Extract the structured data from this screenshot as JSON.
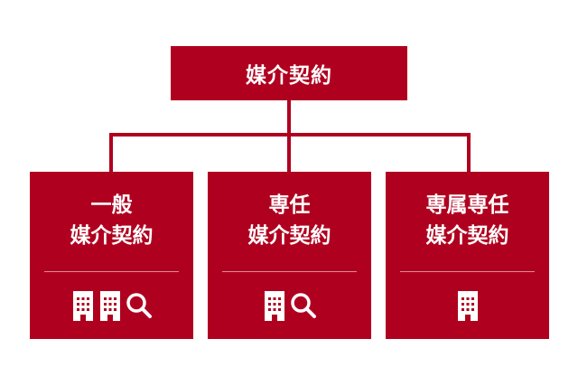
{
  "diagram": {
    "root": {
      "label": "媒介契約"
    },
    "children": [
      {
        "line1": "一般",
        "line2": "媒介契約",
        "icons": [
          "building-icon",
          "building-icon",
          "magnifier-icon"
        ]
      },
      {
        "line1": "専任",
        "line2": "媒介契約",
        "icons": [
          "building-icon",
          "magnifier-icon"
        ]
      },
      {
        "line1": "専属専任",
        "line2": "媒介契約",
        "icons": [
          "building-icon"
        ]
      }
    ],
    "colors": {
      "box": "#b0001f",
      "text": "#ffffff",
      "background": "#ffffff"
    }
  }
}
